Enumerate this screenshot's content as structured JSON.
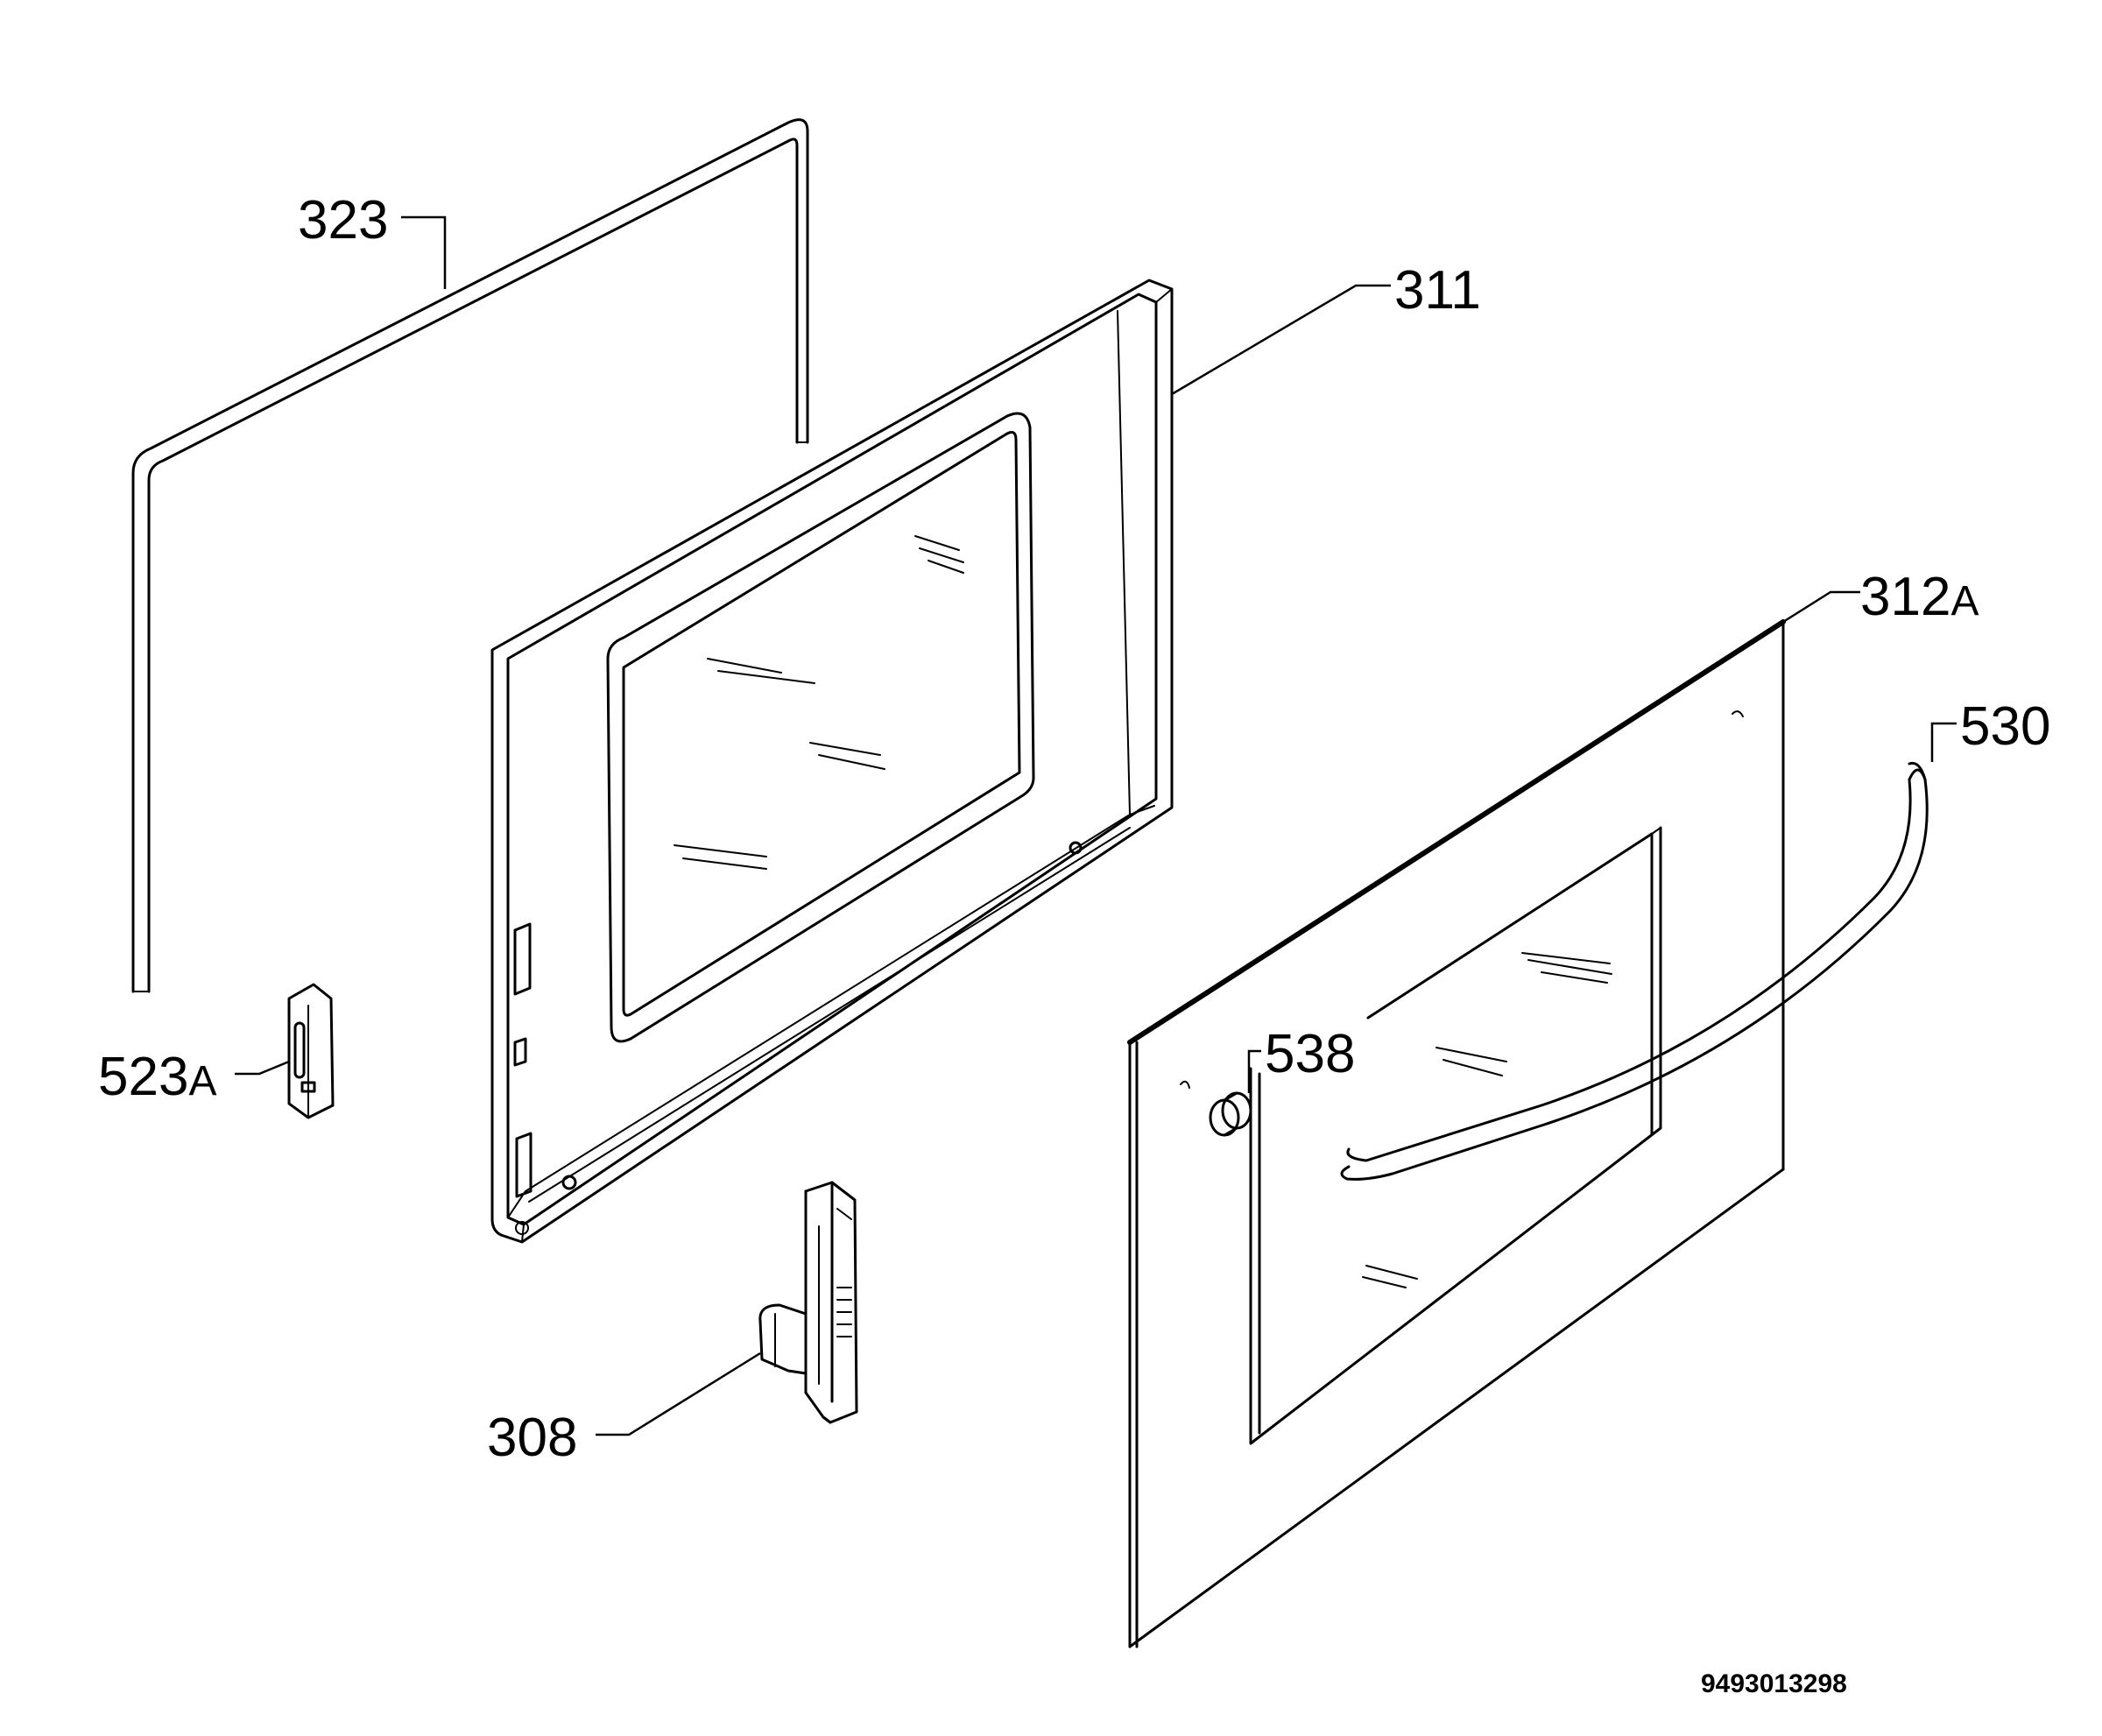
{
  "parts": [
    {
      "id": "seal",
      "label": "323"
    },
    {
      "id": "inner-frame",
      "label": "311"
    },
    {
      "id": "outer-glass",
      "label": "312",
      "suffix": "A"
    },
    {
      "id": "handle",
      "label": "530"
    },
    {
      "id": "end-cap",
      "label": "538"
    },
    {
      "id": "hinge-receiver",
      "label": "523",
      "suffix": "A"
    },
    {
      "id": "hinge",
      "label": "308"
    }
  ],
  "diagram_code": "9493013298",
  "colors": {
    "line": "#000000",
    "background": "#ffffff"
  }
}
